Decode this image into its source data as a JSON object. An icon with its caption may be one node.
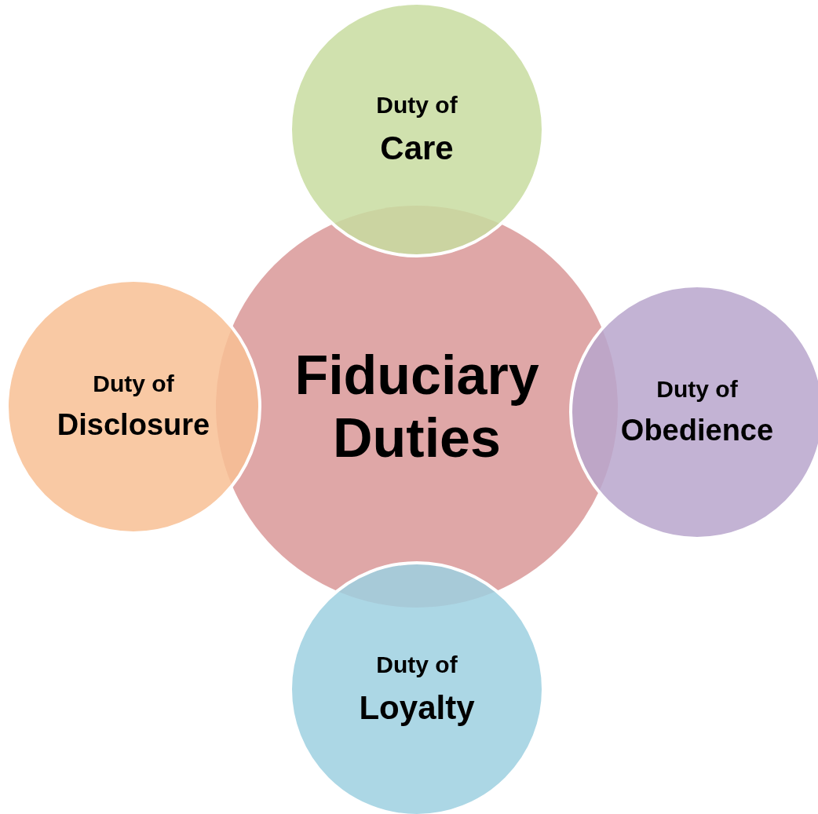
{
  "diagram": {
    "nodes": [
      {
        "text": [
          "Fiduciary Duties"
        ]
      },
      {
        "text": [
          "Duty of",
          "Care"
        ]
      },
      {
        "text": [
          "Duty of",
          "Disclosure"
        ]
      },
      {
        "text": [
          "Duty of",
          "Obedience"
        ]
      },
      {
        "text": [
          "Duty of",
          "Loyalty"
        ]
      }
    ]
  }
}
